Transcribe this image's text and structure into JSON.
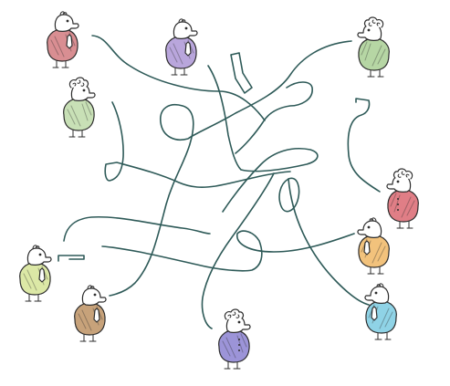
{
  "puzzle": {
    "kind": "tangled-lines-matching",
    "line_color": "#2e5a58",
    "characters": [
      {
        "id": "pink-tie-guy",
        "side": "left",
        "facing": "right",
        "color": "#d98e92",
        "hair": "tuft",
        "accessory": "tie"
      },
      {
        "id": "purple-tie-guy",
        "side": "top",
        "facing": "right",
        "color": "#b9a6dc",
        "hair": "tuft",
        "accessory": "tie"
      },
      {
        "id": "green-curly-guy",
        "side": "right",
        "facing": "left",
        "color": "#b6d6a4",
        "hair": "curly",
        "accessory": "none"
      },
      {
        "id": "green-curly-guy-2",
        "side": "left",
        "facing": "right",
        "color": "#c8e0b6",
        "hair": "curly",
        "accessory": "none"
      },
      {
        "id": "red-curly-guy",
        "side": "right",
        "facing": "left",
        "color": "#e07e86",
        "hair": "curly",
        "accessory": "buttons"
      },
      {
        "id": "orange-tie-guy",
        "side": "right",
        "facing": "left",
        "color": "#f2c27c",
        "hair": "tuft",
        "accessory": "tie"
      },
      {
        "id": "yellowgreen-tie-guy",
        "side": "left",
        "facing": "right",
        "color": "#dce8a6",
        "hair": "tuft",
        "accessory": "tie"
      },
      {
        "id": "blue-tie-guy",
        "side": "right",
        "facing": "left",
        "color": "#8fd3e6",
        "hair": "tuft",
        "accessory": "tie"
      },
      {
        "id": "brown-tie-guy",
        "side": "bottom",
        "facing": "right",
        "color": "#c7a27a",
        "hair": "tuft",
        "accessory": "tie"
      },
      {
        "id": "indigo-curly-guy",
        "side": "bottom",
        "facing": "right",
        "color": "#9c94d8",
        "hair": "curly",
        "accessory": "buttons"
      }
    ]
  }
}
